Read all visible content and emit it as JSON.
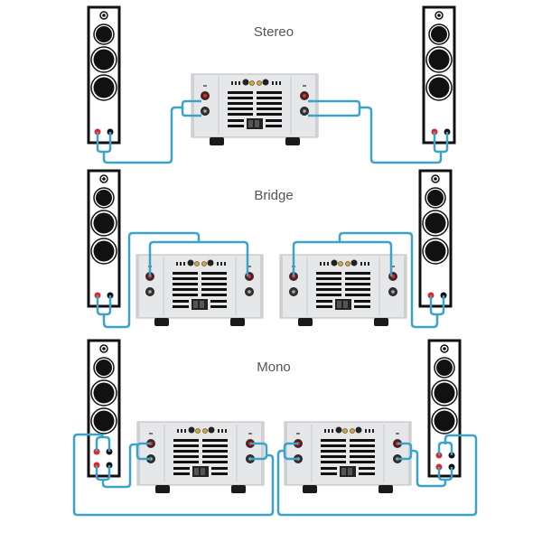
{
  "diagram": {
    "title": "Amplifier wiring configurations",
    "sections": [
      {
        "id": "stereo",
        "label": "Stereo",
        "amplifiers": 1,
        "speakers": 2,
        "terminals_per_speaker": 2
      },
      {
        "id": "bridge",
        "label": "Bridge",
        "amplifiers": 2,
        "speakers": 2,
        "terminals_per_speaker": 2
      },
      {
        "id": "mono",
        "label": "Mono",
        "amplifiers": 2,
        "speakers": 2,
        "terminals_per_speaker": 4
      }
    ],
    "colors": {
      "cable": "#3ba3c9",
      "speaker_outline": "#111111",
      "terminal_positive": "#e0252b",
      "terminal_negative": "#111111",
      "amp_body": "#e6e7e9",
      "text": "#555555"
    },
    "icons": [
      "floor-speaker-icon",
      "power-amplifier-icon",
      "speaker-cable-icon"
    ]
  }
}
